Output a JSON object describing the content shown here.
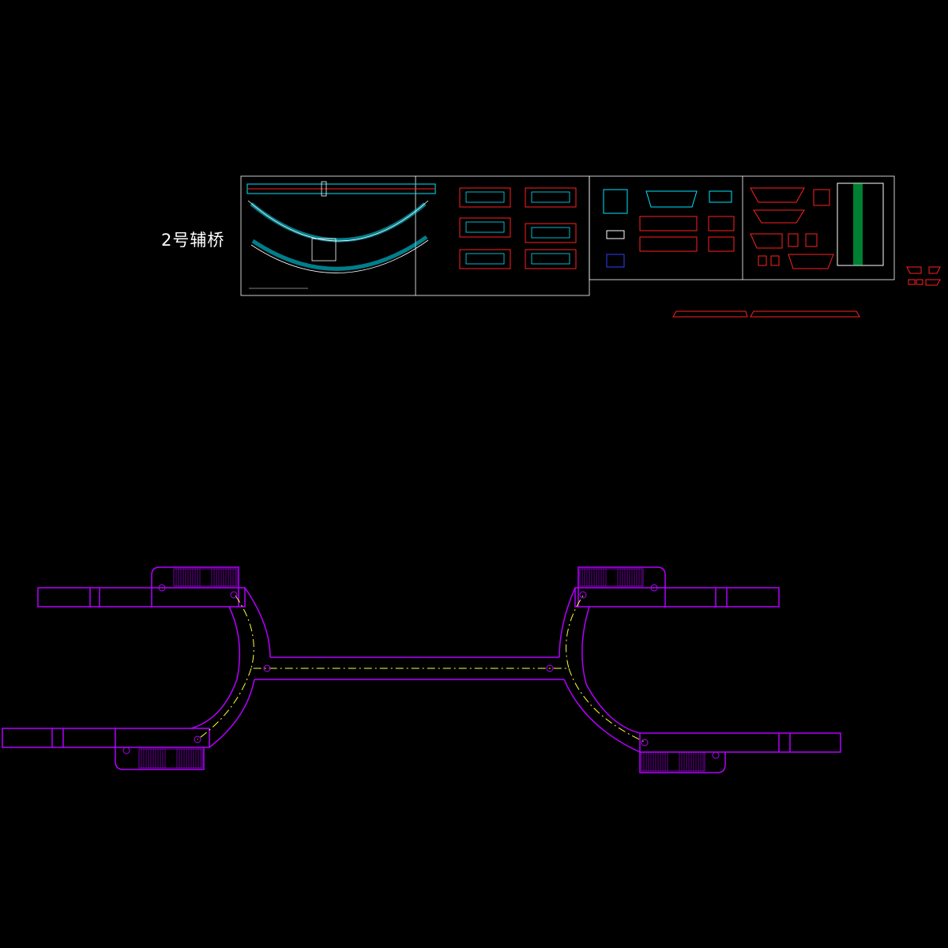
{
  "drawing": {
    "title": "2号辅桥",
    "background": "#000000"
  },
  "colors": {
    "layer_purple": "#b400ff",
    "layer_red": "#ff2020",
    "layer_cyan": "#00e5ff",
    "layer_white": "#ffffff",
    "layer_yellow": "#ffff40",
    "layer_green": "#00ff60",
    "layer_blue": "#3040ff"
  },
  "sheets": [
    {
      "name": "plan-sheet"
    },
    {
      "name": "section-sheet"
    },
    {
      "name": "detail-sheet"
    },
    {
      "name": "table-sheet"
    }
  ]
}
